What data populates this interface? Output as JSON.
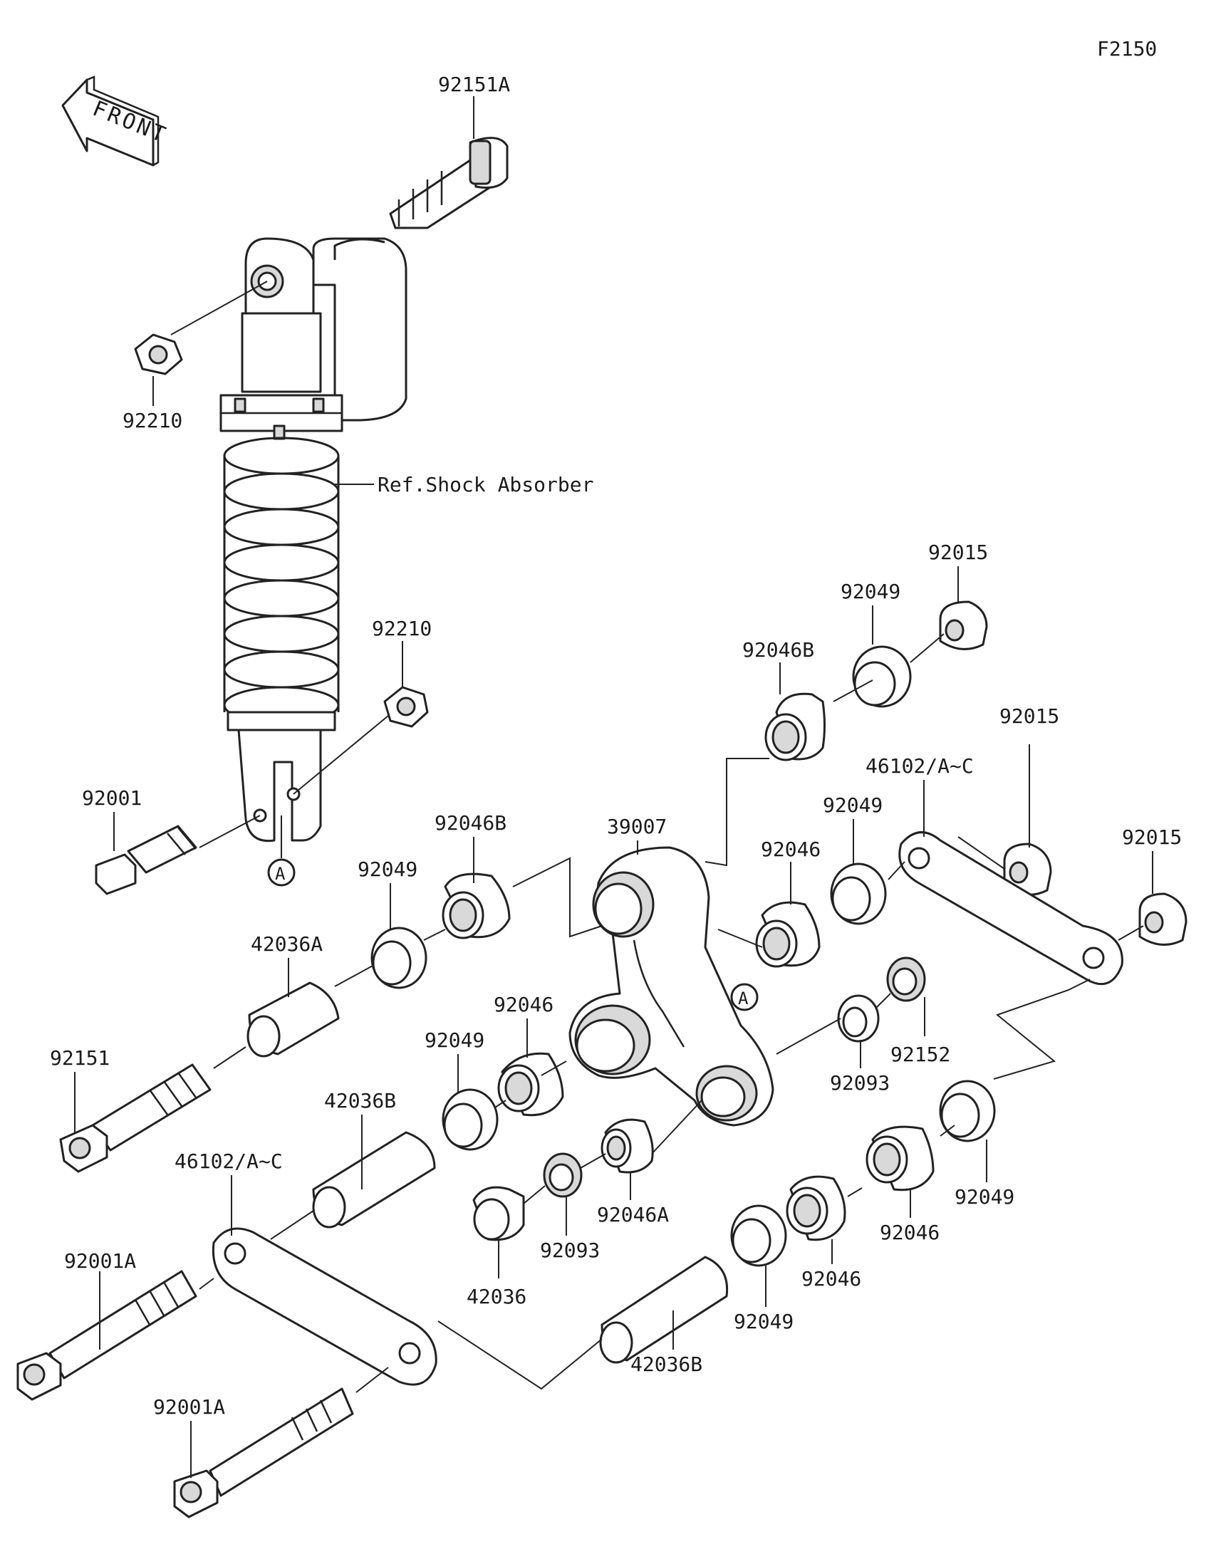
{
  "figure_code": "F2150",
  "front_arrow_label": "FRONT",
  "reference_label": "Ref.Shock Absorber",
  "callout_marker": "A",
  "colors": {
    "line": "#222222",
    "fill": "#ffffff",
    "shade": "#d9d9d9"
  },
  "parts": [
    "92151A",
    "92210",
    "92210",
    "92001",
    "92015",
    "92049",
    "92046B",
    "92015",
    "46102/A~C",
    "92049",
    "39007",
    "92046",
    "92015",
    "92046B",
    "92049",
    "42036A",
    "92151",
    "92046",
    "92049",
    "92093",
    "92152",
    "42036B",
    "46102/A~C",
    "92046A",
    "92093",
    "42036",
    "92049",
    "92046",
    "92046",
    "92049",
    "92001A",
    "42036B",
    "92001A"
  ]
}
